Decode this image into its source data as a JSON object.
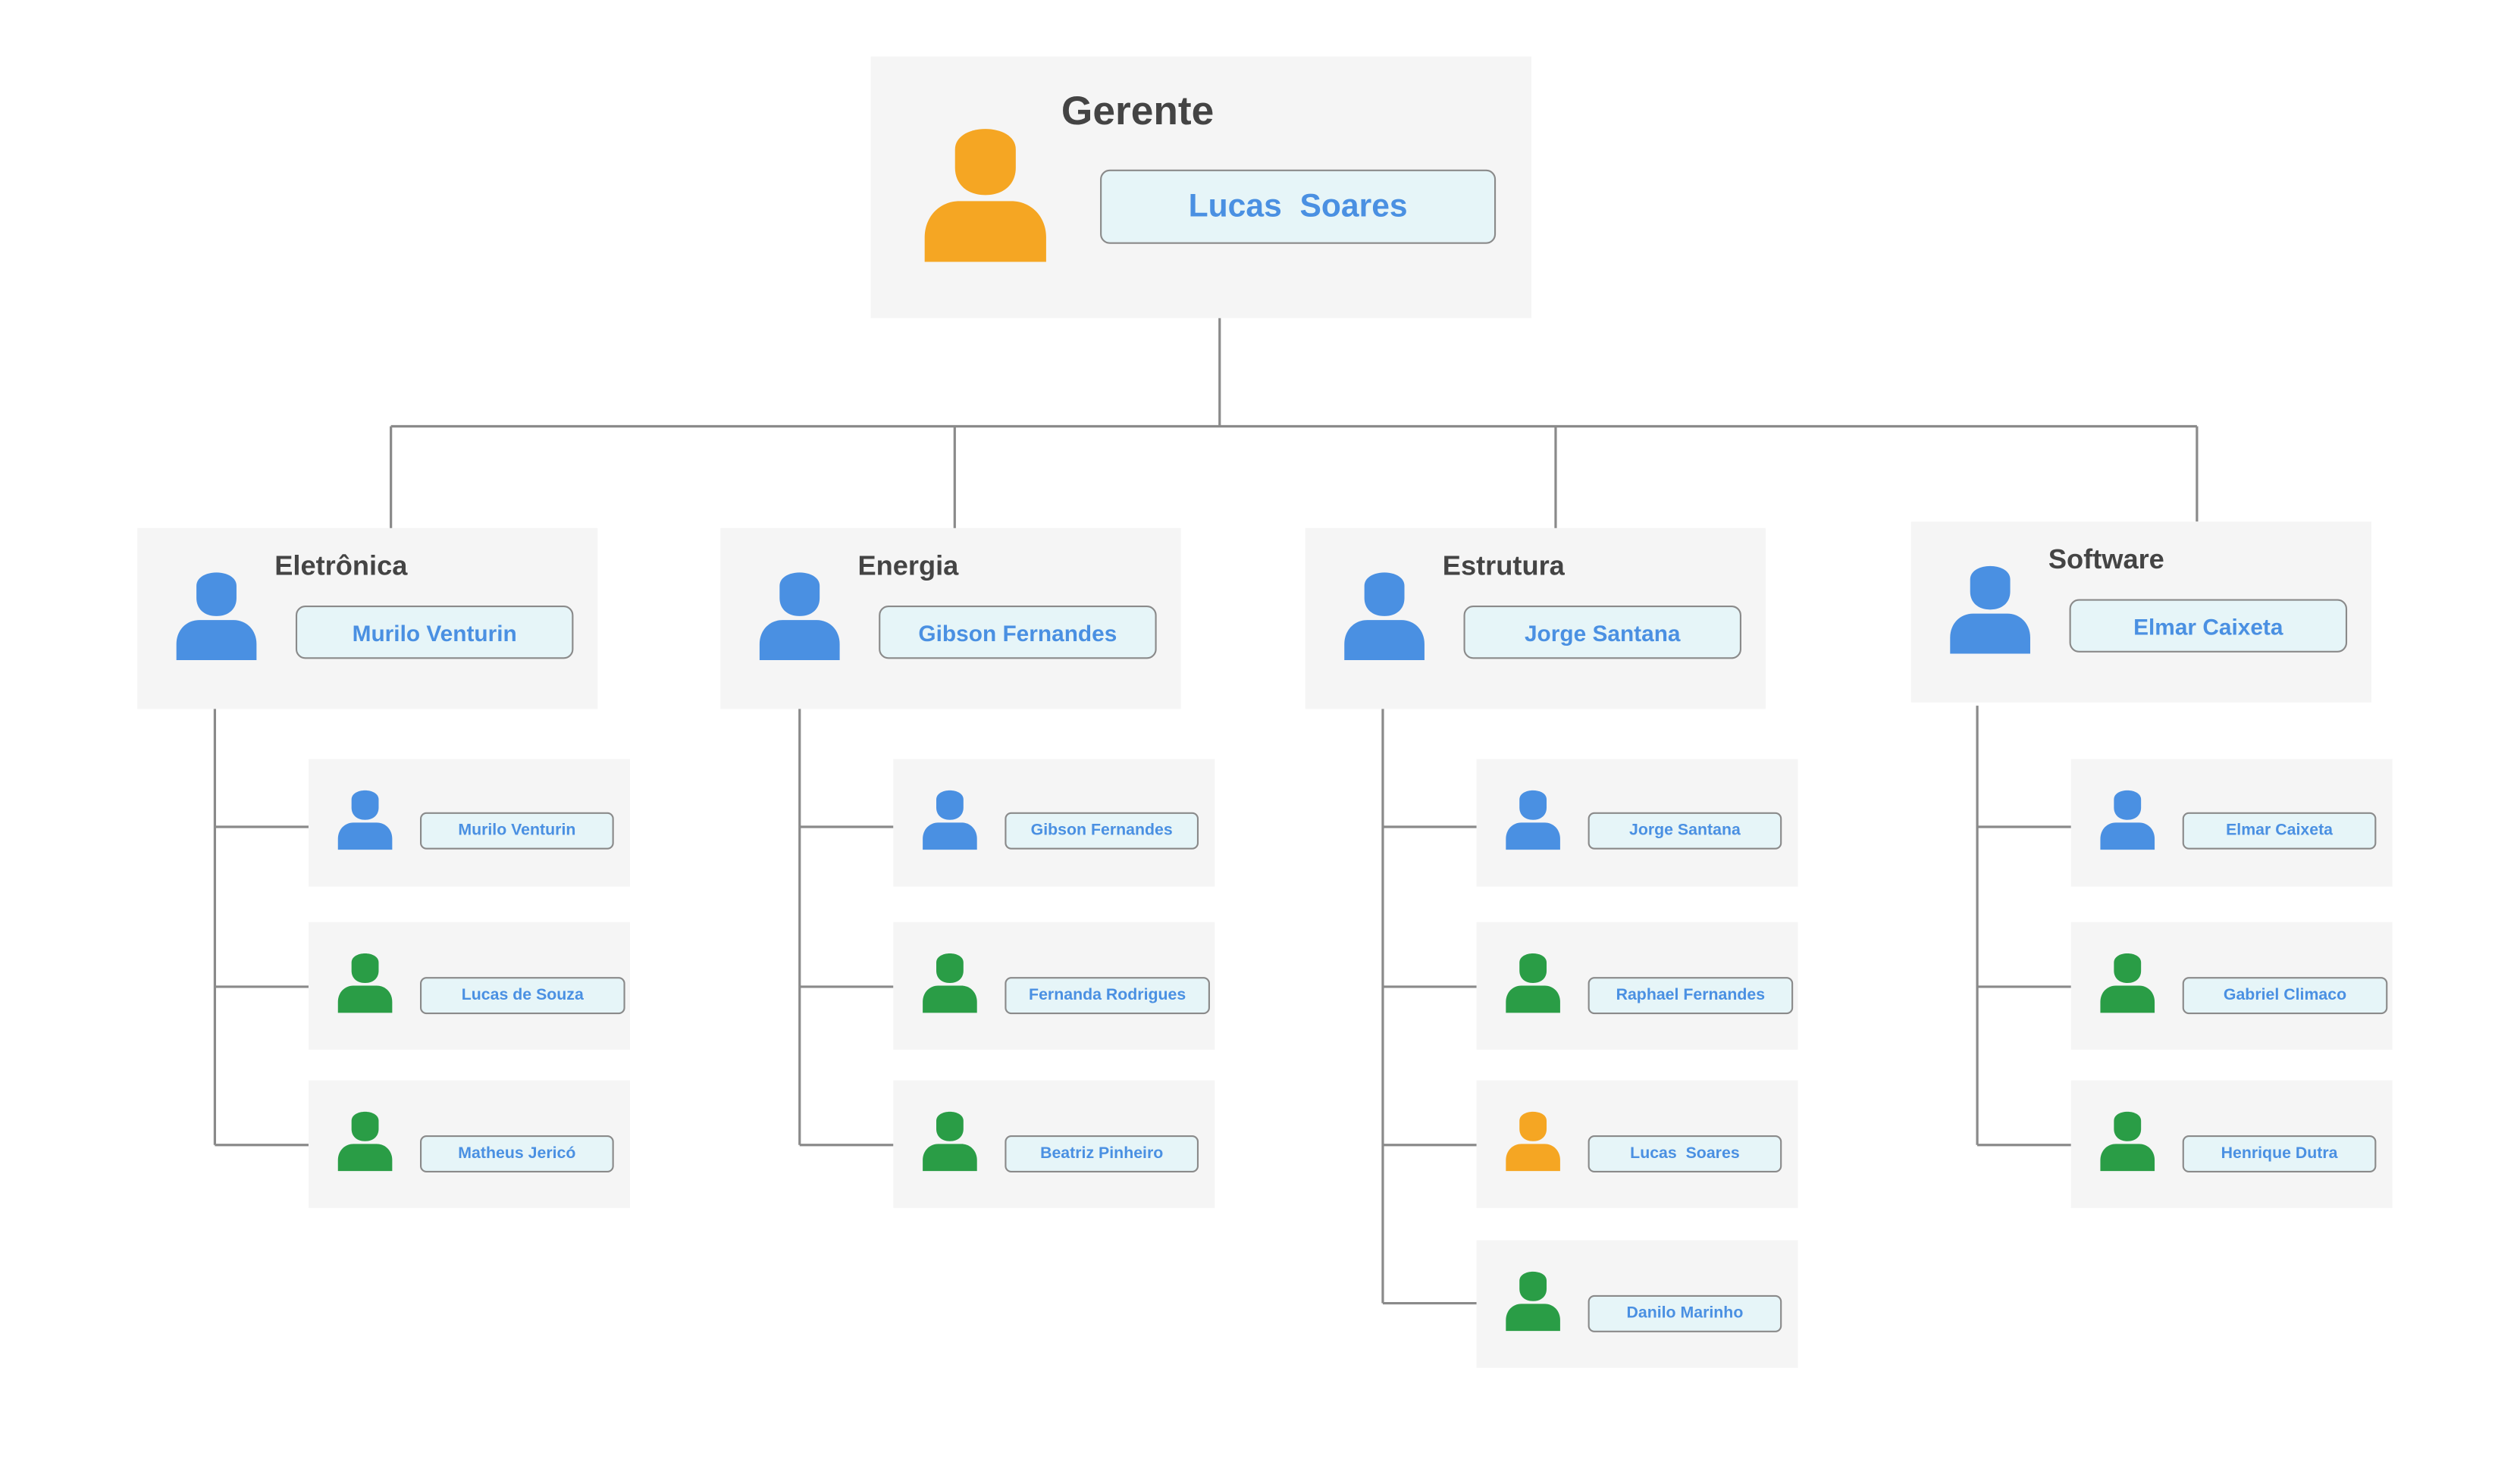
{
  "colors": {
    "blue": "#4a90e2",
    "green": "#2a9d46",
    "orange": "#f5a623",
    "card": "#f5f5f5",
    "name_bg": "#e6f5f8",
    "line": "#8a8a8a"
  },
  "manager": {
    "title": "Gerente",
    "name": "Lucas  Soares",
    "icon": "person-icon",
    "color": "orange"
  },
  "departments": [
    {
      "title": "Eletrônica",
      "lead": "Murilo Venturin",
      "icon": "person-icon",
      "color": "blue",
      "members": [
        {
          "name": "Murilo Venturin",
          "color": "blue"
        },
        {
          "name": "Lucas de Souza",
          "color": "green"
        },
        {
          "name": "Matheus Jericó",
          "color": "green"
        }
      ]
    },
    {
      "title": "Energia",
      "lead": "Gibson Fernandes",
      "icon": "person-icon",
      "color": "blue",
      "members": [
        {
          "name": "Gibson Fernandes",
          "color": "blue"
        },
        {
          "name": "Fernanda Rodrigues",
          "color": "green"
        },
        {
          "name": "Beatriz Pinheiro",
          "color": "green"
        }
      ]
    },
    {
      "title": "Estrutura",
      "lead": "Jorge Santana",
      "icon": "person-icon",
      "color": "blue",
      "members": [
        {
          "name": "Jorge Santana",
          "color": "blue"
        },
        {
          "name": "Raphael Fernandes",
          "color": "green"
        },
        {
          "name": "Lucas  Soares",
          "color": "orange"
        },
        {
          "name": "Danilo Marinho",
          "color": "green"
        }
      ]
    },
    {
      "title": "Software",
      "lead": "Elmar Caixeta",
      "icon": "person-icon",
      "color": "blue",
      "members": [
        {
          "name": "Elmar Caixeta",
          "color": "blue"
        },
        {
          "name": "Gabriel Climaco",
          "color": "green"
        },
        {
          "name": "Henrique Dutra",
          "color": "green"
        }
      ]
    }
  ]
}
